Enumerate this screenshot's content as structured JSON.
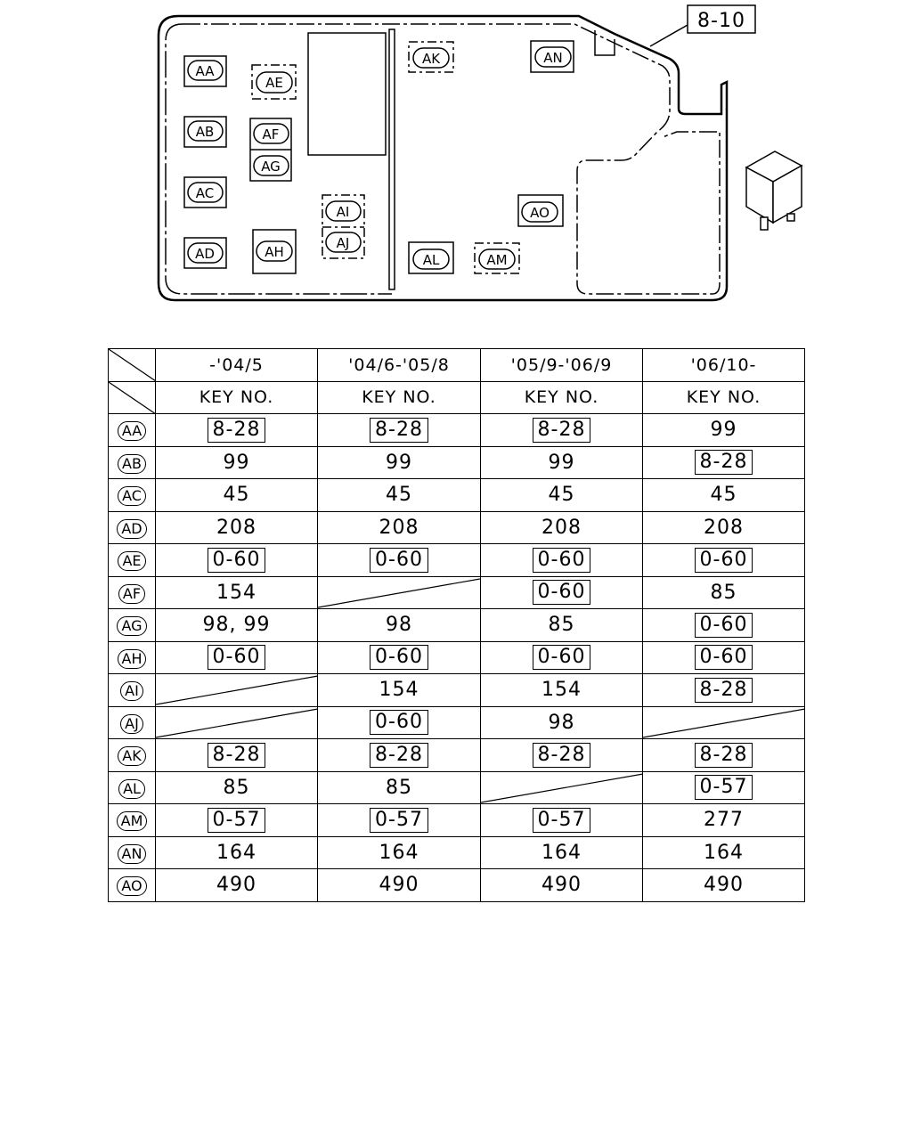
{
  "diagram": {
    "callout": "8-10",
    "sockets": {
      "aa": "AA",
      "ab": "AB",
      "ac": "AC",
      "ad": "AD",
      "ae": "AE",
      "af": "AF",
      "ag": "AG",
      "ah": "AH",
      "ai": "AI",
      "aj": "AJ",
      "ak": "AK",
      "al": "AL",
      "am": "AM",
      "an": "AN",
      "ao": "AO"
    }
  },
  "table": {
    "columns": [
      "-'04/5",
      "'04/6-'05/8",
      "'05/9-'06/9",
      "'06/10-"
    ],
    "subheader": "KEY NO.",
    "rows": [
      {
        "label": "AA",
        "cells": [
          {
            "v": "8-28",
            "boxed": true
          },
          {
            "v": "8-28",
            "boxed": true
          },
          {
            "v": "8-28",
            "boxed": true
          },
          {
            "v": "99"
          }
        ]
      },
      {
        "label": "AB",
        "cells": [
          {
            "v": "99"
          },
          {
            "v": "99"
          },
          {
            "v": "99"
          },
          {
            "v": "8-28",
            "boxed": true
          }
        ]
      },
      {
        "label": "AC",
        "cells": [
          {
            "v": "45"
          },
          {
            "v": "45"
          },
          {
            "v": "45"
          },
          {
            "v": "45"
          }
        ]
      },
      {
        "label": "AD",
        "cells": [
          {
            "v": "208"
          },
          {
            "v": "208"
          },
          {
            "v": "208"
          },
          {
            "v": "208"
          }
        ]
      },
      {
        "label": "AE",
        "cells": [
          {
            "v": "0-60",
            "boxed": true
          },
          {
            "v": "0-60",
            "boxed": true
          },
          {
            "v": "0-60",
            "boxed": true
          },
          {
            "v": "0-60",
            "boxed": true
          }
        ]
      },
      {
        "label": "AF",
        "cells": [
          {
            "v": "154"
          },
          {
            "v": "",
            "na": true
          },
          {
            "v": "0-60",
            "boxed": true
          },
          {
            "v": "85"
          }
        ]
      },
      {
        "label": "AG",
        "cells": [
          {
            "v": "98, 99"
          },
          {
            "v": "98"
          },
          {
            "v": "85"
          },
          {
            "v": "0-60",
            "boxed": true
          }
        ]
      },
      {
        "label": "AH",
        "cells": [
          {
            "v": "0-60",
            "boxed": true
          },
          {
            "v": "0-60",
            "boxed": true
          },
          {
            "v": "0-60",
            "boxed": true
          },
          {
            "v": "0-60",
            "boxed": true
          }
        ]
      },
      {
        "label": "AI",
        "cells": [
          {
            "v": "",
            "na": true
          },
          {
            "v": "154"
          },
          {
            "v": "154"
          },
          {
            "v": "8-28",
            "boxed": true
          }
        ]
      },
      {
        "label": "AJ",
        "cells": [
          {
            "v": "",
            "na": true
          },
          {
            "v": "0-60",
            "boxed": true
          },
          {
            "v": "98"
          },
          {
            "v": "",
            "na": true
          }
        ]
      },
      {
        "label": "AK",
        "cells": [
          {
            "v": "8-28",
            "boxed": true
          },
          {
            "v": "8-28",
            "boxed": true
          },
          {
            "v": "8-28",
            "boxed": true
          },
          {
            "v": "8-28",
            "boxed": true
          }
        ]
      },
      {
        "label": "AL",
        "cells": [
          {
            "v": "85"
          },
          {
            "v": "85"
          },
          {
            "v": "",
            "na": true
          },
          {
            "v": "0-57",
            "boxed": true
          }
        ]
      },
      {
        "label": "AM",
        "cells": [
          {
            "v": "0-57",
            "boxed": true
          },
          {
            "v": "0-57",
            "boxed": true
          },
          {
            "v": "0-57",
            "boxed": true
          },
          {
            "v": "277"
          }
        ]
      },
      {
        "label": "AN",
        "cells": [
          {
            "v": "164"
          },
          {
            "v": "164"
          },
          {
            "v": "164"
          },
          {
            "v": "164"
          }
        ]
      },
      {
        "label": "AO",
        "cells": [
          {
            "v": "490"
          },
          {
            "v": "490"
          },
          {
            "v": "490"
          },
          {
            "v": "490"
          }
        ]
      }
    ]
  }
}
